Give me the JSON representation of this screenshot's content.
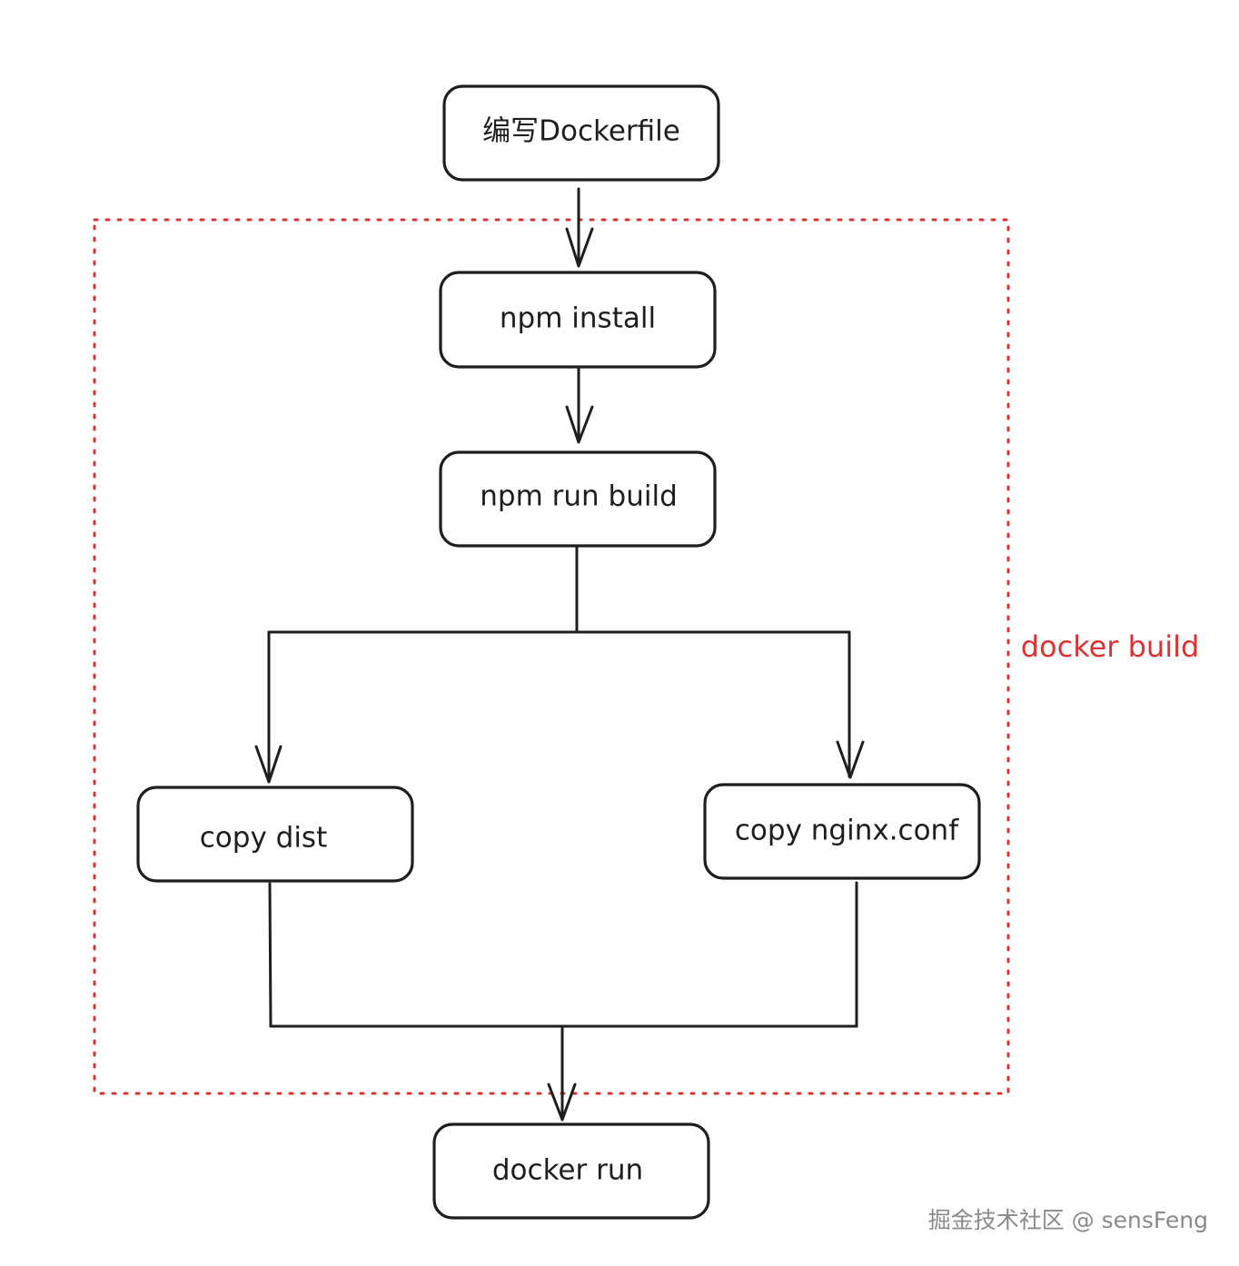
{
  "nodes": {
    "write_dockerfile": "编写Dockerfile",
    "npm_install": "npm install",
    "npm_run_build": "npm run build",
    "copy_dist": "copy dist",
    "copy_nginx_conf": "copy nginx.conf",
    "docker_run": "docker run"
  },
  "group": {
    "label": "docker build",
    "color": "#e03131"
  },
  "watermark": "掘金技术社区 @ sensFeng",
  "colors": {
    "stroke": "#1e1e1e",
    "background": "#ffffff"
  }
}
